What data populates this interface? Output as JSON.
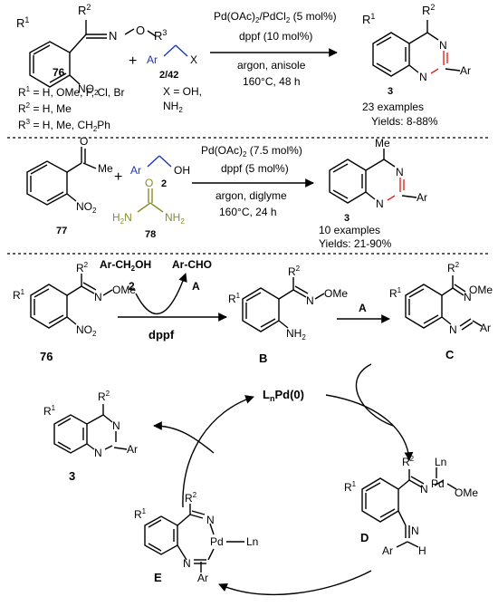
{
  "s1": {
    "reactant_label": "76",
    "reagent_label": "2/42",
    "product_label": "3",
    "r1": "R",
    "r1_sup": "1",
    "r2": "R",
    "r2_sup": "2",
    "r3": "R",
    "r3_sup": "3",
    "atom_n": "N",
    "atom_o": "O",
    "no2": "NO",
    "no2_sub": "2",
    "ar": "Ar",
    "x": "X",
    "plus": "+",
    "cond_line1_a": "Pd(OAc)",
    "cond_line1_sub": "2",
    "cond_line1_b": "/PdCl",
    "cond_line1_sub2": "2",
    "cond_line1_c": " (5 mol%)",
    "cond_line2": "dppf (10 mol%)",
    "cond_line3": "argon, anisole",
    "cond_line4": "160°C, 48 h",
    "sub_r1": " = H, OMe, F, Cl, Br",
    "sub_r2": " = H, Me",
    "sub_r3": " = H, Me, CH",
    "sub_r3_sub": "2",
    "sub_r3_end": "Ph",
    "x_eq_line1": "X = OH,",
    "x_eq_line2": "NH",
    "x_eq_line2_sub": "2",
    "examples": "23 examples",
    "yields": "Yields: 8-88%"
  },
  "s2": {
    "sm_label": "77",
    "urea_label": "78",
    "alcohol_label": "2",
    "product_label": "3",
    "me": "Me",
    "oh": "OH",
    "ar": "Ar",
    "n": "N",
    "o": "O",
    "h2n": "H",
    "h2n_sub": "2",
    "h2n_n": "N",
    "nh2": "NH",
    "nh2_sub": "2",
    "no2": "NO",
    "no2_sub": "2",
    "plus": "+",
    "cond_line1_a": "Pd(OAc)",
    "cond_line1_sub": "2",
    "cond_line1_b": " (7.5 mol%)",
    "cond_line2": "dppf (5 mol%)",
    "cond_line3": "argon, diglyme",
    "cond_line4": "160°C, 24 h",
    "examples": "10  examples",
    "yields": "Yields: 21-90%"
  },
  "mech": {
    "ar_ch2oh": "Ar-CH",
    "ar_ch2oh_sub": "2",
    "ar_ch2oh_end": "OH",
    "ar_cho": "Ar-CHO",
    "two": "2",
    "a": "A",
    "dppf": "dppf",
    "lnpd": "L",
    "lnpd_sub": "n",
    "lnpd_end": "Pd(0)",
    "label_76": "76",
    "label_b": "B",
    "label_c": "C",
    "label_d": "D",
    "label_e": "E",
    "label_3": "3",
    "ome": "OMe",
    "nh2": "NH",
    "nh2_sub": "2",
    "no2": "NO",
    "no2_sub": "2",
    "n": "N",
    "o": "O",
    "ar": "Ar",
    "h": "H",
    "pd": "Pd",
    "ln": "Ln",
    "r1": "R",
    "r1_sup": "1",
    "r2": "R",
    "r2_sup": "2"
  }
}
